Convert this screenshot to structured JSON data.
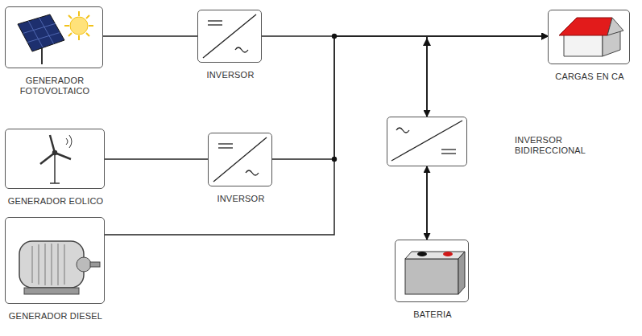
{
  "diagram": {
    "nodes": [
      {
        "text": [
          "GENERADOR FOTOVOLTAICO"
        ]
      },
      {
        "text": [
          "INVERSOR"
        ]
      },
      {
        "text": [
          "CARGAS EN CA"
        ]
      },
      {
        "text": [
          "GENERADOR EOLICO"
        ]
      },
      {
        "text": [
          "INVERSOR"
        ]
      },
      {
        "text": [
          "INVERSOR BIDIRECCIONAL"
        ]
      },
      {
        "text": [
          "GENERADOR DIESEL"
        ]
      },
      {
        "text": [
          "BATERIA"
        ]
      }
    ],
    "edges": [
      {
        "from": 0,
        "to": 1,
        "arrow": "none"
      },
      {
        "from": 1,
        "to": 2,
        "arrow": "to"
      },
      {
        "from": 4,
        "to": 2,
        "arrow": "to"
      },
      {
        "from": 6,
        "to": 2,
        "arrow": "to"
      },
      {
        "from": 5,
        "to": 2,
        "arrow": "both"
      },
      {
        "from": 5,
        "to": 7,
        "arrow": "both"
      },
      {
        "from": 3,
        "to": 4,
        "arrow": "none"
      }
    ]
  }
}
